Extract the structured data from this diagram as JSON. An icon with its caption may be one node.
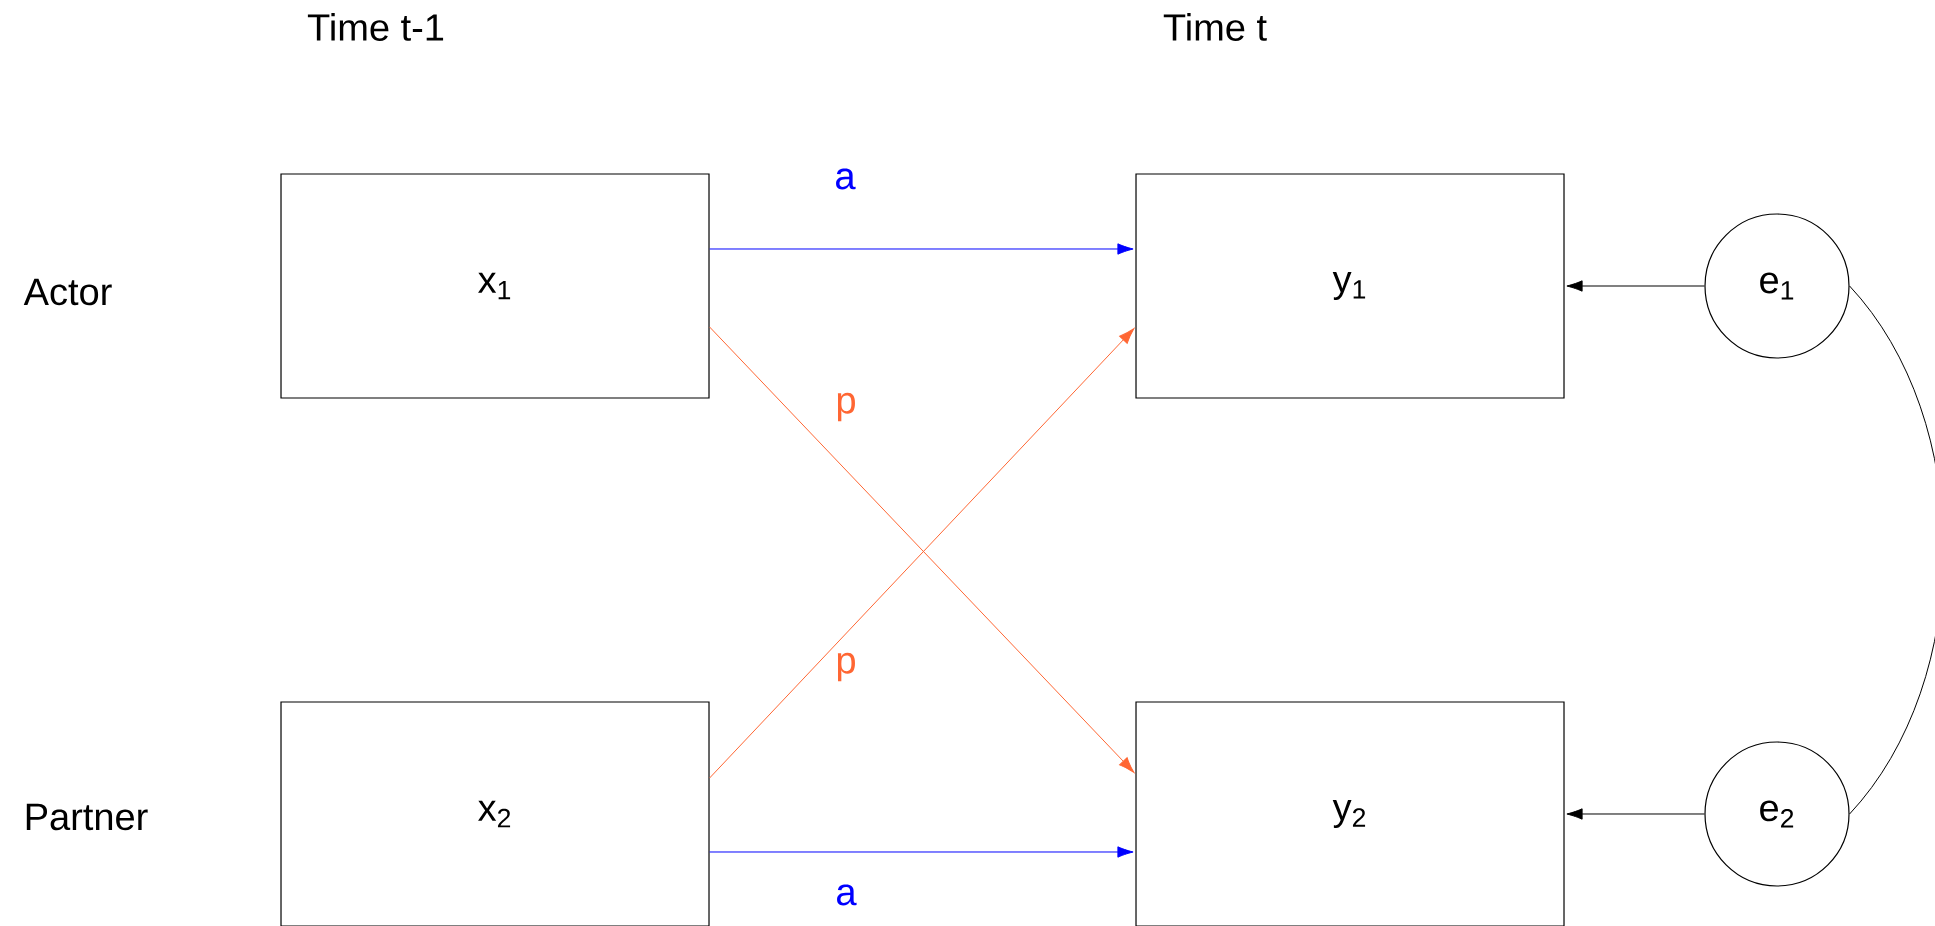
{
  "diagram": {
    "nodes": [
      {
        "text": [
          "x$_{1}$"
        ]
      },
      {
        "text": [
          "y$_{1}$"
        ]
      },
      {
        "text": [
          "e$_{1}$"
        ]
      },
      {
        "text": [
          "x$_{2}$"
        ]
      },
      {
        "text": [
          "y$_{2}$"
        ]
      },
      {
        "text": [
          "e$_{2}$"
        ]
      }
    ],
    "edges": [
      {
        "from": 0,
        "to": 1,
        "arrow": "to",
        "label": "a",
        "color": "#0000ff"
      },
      {
        "from": 0,
        "to": 4,
        "arrow": "to",
        "label": "p",
        "color": "#ff6633"
      },
      {
        "from": 3,
        "to": 1,
        "arrow": "to",
        "label": "p",
        "color": "#ff6633"
      },
      {
        "from": 3,
        "to": 4,
        "arrow": "to",
        "label": "a",
        "color": "#0000ff"
      },
      {
        "from": 2,
        "to": 1,
        "arrow": "to"
      },
      {
        "from": 5,
        "to": 4,
        "arrow": "to"
      },
      {
        "from": 2,
        "to": 5,
        "arrow": "none"
      }
    ],
    "labels": [
      "Time t-1",
      "Time t",
      "Actor",
      "Partner"
    ]
  }
}
